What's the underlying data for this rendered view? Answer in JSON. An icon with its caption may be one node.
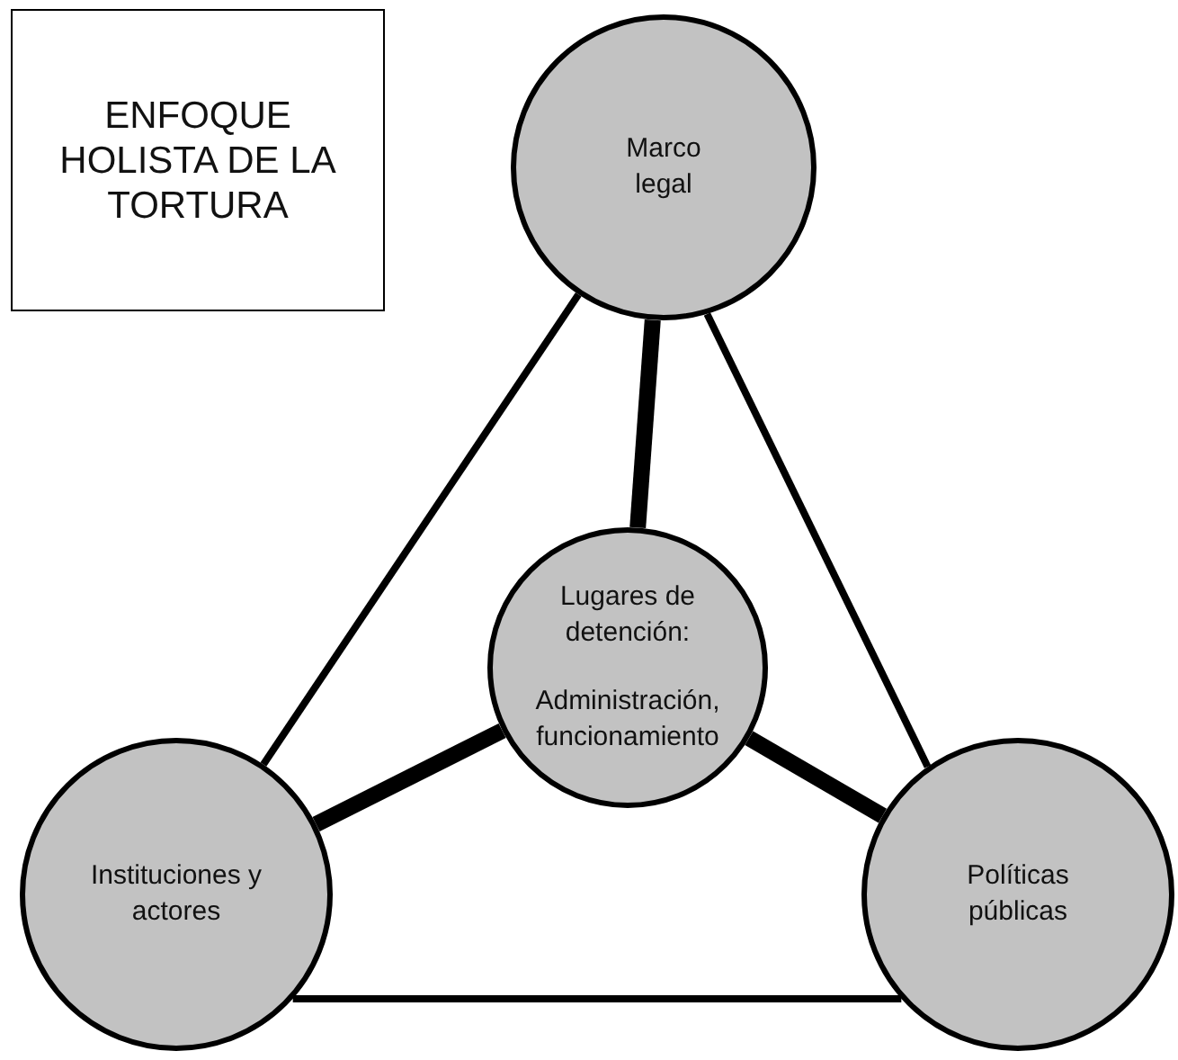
{
  "diagram": {
    "title": "ENFOQUE HOLISTA DE LA TORTURA",
    "nodes": [
      {
        "text": [
          "Marco legal"
        ]
      },
      {
        "text": [
          "Lugares de detención:",
          "Administración, funcionamiento"
        ]
      },
      {
        "text": [
          "Instituciones y actores"
        ]
      },
      {
        "text": [
          "Políticas públicas"
        ]
      }
    ],
    "edges": [
      {
        "from": 0,
        "to": 2,
        "arrow": "none"
      },
      {
        "from": 0,
        "to": 3,
        "arrow": "none"
      },
      {
        "from": 2,
        "to": 3,
        "arrow": "none"
      },
      {
        "from": 0,
        "to": 1,
        "arrow": "none",
        "style": "thick"
      },
      {
        "from": 2,
        "to": 1,
        "arrow": "none",
        "style": "thick"
      },
      {
        "from": 3,
        "to": 1,
        "arrow": "none",
        "style": "thick"
      }
    ]
  }
}
